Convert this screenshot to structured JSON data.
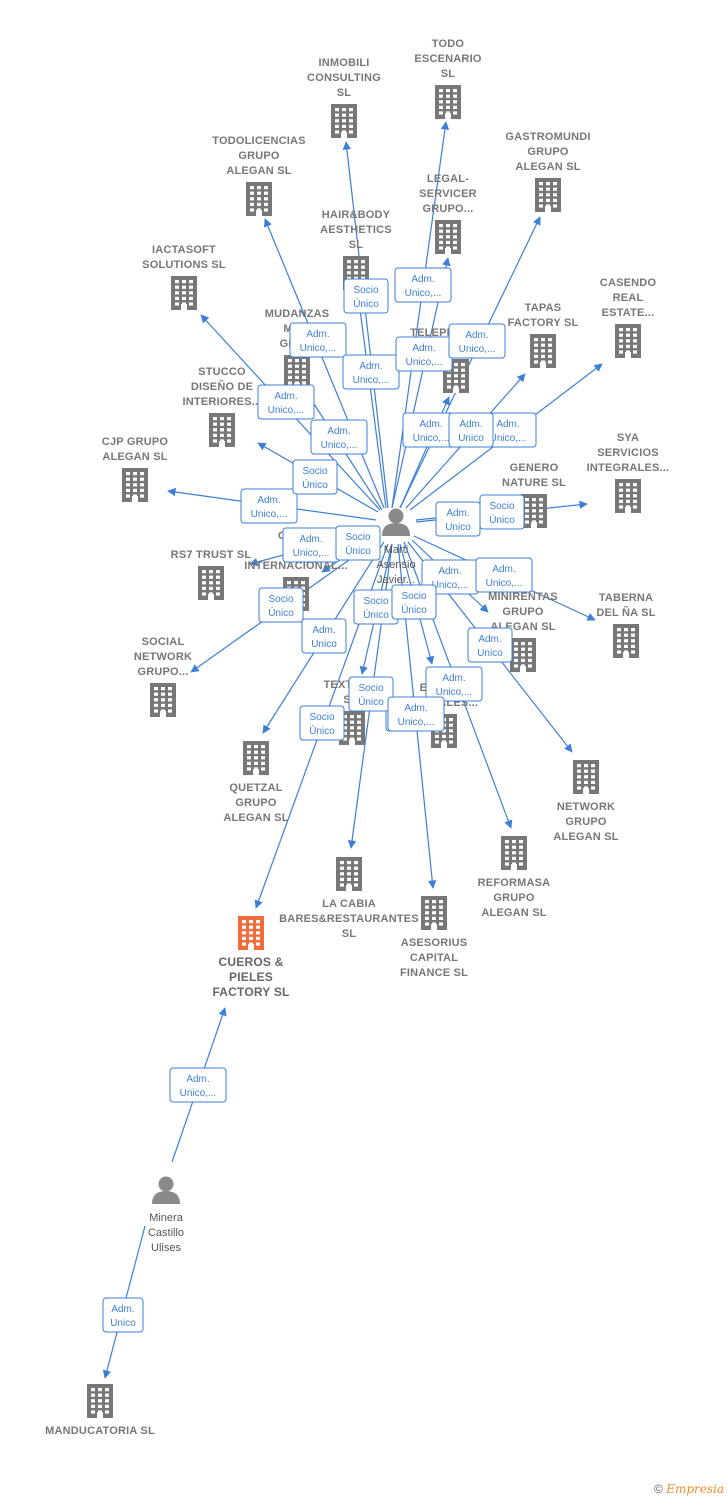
{
  "colors": {
    "edge": "#3d7fd6",
    "building": "#777777",
    "main_building": "#f26b3a",
    "person": "#8a8a8a"
  },
  "people": [
    {
      "id": "marti",
      "lines": [
        "Marti",
        "Asensio",
        "Javier..."
      ]
    },
    {
      "id": "minera",
      "lines": [
        "Minera",
        "Castillo",
        "Ulises"
      ]
    }
  ],
  "companies": [
    {
      "id": "cueros",
      "main": true,
      "lines": [
        "CUEROS &",
        "PIELES",
        "FACTORY  SL"
      ]
    },
    {
      "id": "todo",
      "lines": [
        "TODO",
        "ESCENARIO",
        "SL"
      ]
    },
    {
      "id": "inmobili",
      "lines": [
        "INMOBILI",
        "CONSULTING",
        "SL"
      ]
    },
    {
      "id": "todolic",
      "lines": [
        "TODOLICENCIAS",
        "GRUPO",
        "ALEGAN  SL"
      ]
    },
    {
      "id": "gastro",
      "lines": [
        "GASTROMUNDI",
        "GRUPO",
        "ALEGAN  SL"
      ]
    },
    {
      "id": "legal",
      "lines": [
        "LEGAL-",
        "SERVICER",
        "GRUPO..."
      ]
    },
    {
      "id": "hair",
      "lines": [
        "HAIR&BODY",
        "AESTHETICS",
        "SL"
      ]
    },
    {
      "id": "iactasoft",
      "lines": [
        "IACTASOFT",
        "SOLUTIONS  SL"
      ]
    },
    {
      "id": "casendo",
      "lines": [
        "CASENDO",
        "REAL",
        "ESTATE..."
      ]
    },
    {
      "id": "tapas",
      "lines": [
        "TAPAS",
        "FACTORY  SL"
      ]
    },
    {
      "id": "mudanzas",
      "lines": [
        "MUDANZAS",
        "MA...",
        "GRU..."
      ]
    },
    {
      "id": "telepersonal",
      "lines": [
        "TELEPERSONAL",
        "GR..."
      ]
    },
    {
      "id": "stucco",
      "lines": [
        "STUCCO",
        "DISEÑO DE",
        "INTERIORES..."
      ]
    },
    {
      "id": "cjp",
      "lines": [
        "CJP GRUPO",
        "ALEGAN  SL"
      ]
    },
    {
      "id": "sya",
      "lines": [
        "SYA",
        "SERVICIOS",
        "INTEGRALES..."
      ]
    },
    {
      "id": "genero",
      "lines": [
        "GENERO",
        "NATURE SL"
      ]
    },
    {
      "id": "rs7",
      "lines": [
        "RS7 TRUST  SL"
      ]
    },
    {
      "id": "com",
      "lines": [
        "COM...",
        "AC...",
        "INTERNACIONAL..."
      ]
    },
    {
      "id": "minirentas",
      "lines": [
        "MINIRENTAS",
        "GRUPO",
        "ALEGAN  SL"
      ]
    },
    {
      "id": "taberna",
      "lines": [
        "TABERNA",
        "DEL ÑA  SL"
      ]
    },
    {
      "id": "social",
      "lines": [
        "SOCIAL",
        "NETWORK",
        "GRUPO..."
      ]
    },
    {
      "id": "textil",
      "lines": [
        "TEXTIL...A",
        "S..."
      ]
    },
    {
      "id": "escuelas",
      "lines": [
        "ESC...AS",
        "Y ...RALES..."
      ]
    },
    {
      "id": "quetzal",
      "lines": [
        "QUETZAL",
        "GRUPO",
        "ALEGAN  SL"
      ]
    },
    {
      "id": "network",
      "lines": [
        "NETWORK",
        "GRUPO",
        "ALEGAN  SL"
      ]
    },
    {
      "id": "lacabia",
      "lines": [
        "LA CABIA",
        "BARES&RESTAURANTES",
        "SL"
      ]
    },
    {
      "id": "reformasa",
      "lines": [
        "REFORMASA",
        "GRUPO",
        "ALEGAN  SL"
      ]
    },
    {
      "id": "asesorius",
      "lines": [
        "ASESORIUS",
        "CAPITAL",
        "FINANCE  SL"
      ]
    },
    {
      "id": "manducatoria",
      "lines": [
        "MANDUCATORIA SL"
      ]
    }
  ],
  "edges": [
    {
      "from": "marti",
      "to": "todo"
    },
    {
      "from": "marti",
      "to": "inmobili"
    },
    {
      "from": "marti",
      "to": "todolic"
    },
    {
      "from": "marti",
      "to": "gastro"
    },
    {
      "from": "marti",
      "to": "legal"
    },
    {
      "from": "marti",
      "to": "hair"
    },
    {
      "from": "marti",
      "to": "iactasoft"
    },
    {
      "from": "marti",
      "to": "casendo"
    },
    {
      "from": "marti",
      "to": "tapas"
    },
    {
      "from": "marti",
      "to": "mudanzas"
    },
    {
      "from": "marti",
      "to": "telepersonal"
    },
    {
      "from": "marti",
      "to": "stucco"
    },
    {
      "from": "marti",
      "to": "cjp"
    },
    {
      "from": "marti",
      "to": "sya"
    },
    {
      "from": "marti",
      "to": "genero"
    },
    {
      "from": "marti",
      "to": "rs7"
    },
    {
      "from": "marti",
      "to": "com"
    },
    {
      "from": "marti",
      "to": "minirentas"
    },
    {
      "from": "marti",
      "to": "taberna"
    },
    {
      "from": "marti",
      "to": "social"
    },
    {
      "from": "marti",
      "to": "textil"
    },
    {
      "from": "marti",
      "to": "escuelas"
    },
    {
      "from": "marti",
      "to": "quetzal"
    },
    {
      "from": "marti",
      "to": "network"
    },
    {
      "from": "marti",
      "to": "lacabia"
    },
    {
      "from": "marti",
      "to": "reformasa"
    },
    {
      "from": "marti",
      "to": "asesorius"
    },
    {
      "from": "marti",
      "to": "cueros"
    },
    {
      "from": "minera",
      "to": "cueros"
    },
    {
      "from": "minera",
      "to": "manducatoria"
    }
  ],
  "badges": [
    [
      "Adm.",
      "Unico,..."
    ],
    [
      "Socio",
      "Único"
    ],
    [
      "Adm.",
      "Unico,..."
    ],
    [
      "Adm.",
      "Unico,..."
    ],
    [
      "Adm.",
      "Unico,..."
    ],
    [
      "Adm.",
      "Unico,..."
    ],
    [
      "Adm.",
      "Unico,..."
    ],
    [
      "Adm.",
      "Unico,..."
    ],
    [
      "Adm.",
      "Unico,..."
    ],
    [
      "Adm.",
      "Unico,..."
    ],
    [
      "Adm.",
      "Unico"
    ],
    [
      "Adm.",
      "Unico,..."
    ],
    [
      "Socio",
      "Único"
    ],
    [
      "Adm.",
      "Unico,..."
    ],
    [
      "Adm.",
      "Unico"
    ],
    [
      "Socio",
      "Único"
    ],
    [
      "Adm.",
      "Unico,..."
    ],
    [
      "Socio",
      "Único"
    ],
    [
      "Adm.",
      "Unico,..."
    ],
    [
      "Adm.",
      "Unico,..."
    ],
    [
      "Socio",
      "Único"
    ],
    [
      "Socio",
      "Único"
    ],
    [
      "Socio",
      "Único"
    ],
    [
      "Adm.",
      "Unico"
    ],
    [
      "Adm.",
      "Unico"
    ],
    [
      "Adm.",
      "Unico,..."
    ],
    [
      "Socio",
      "Único"
    ],
    [
      "Adm.",
      "Unico,..."
    ],
    [
      "Socio",
      "Único"
    ],
    [
      "Adm.",
      "Unico,..."
    ],
    [
      "Adm.",
      "Unico"
    ]
  ],
  "footer": {
    "copyright": "©",
    "brand": "Empresia"
  }
}
